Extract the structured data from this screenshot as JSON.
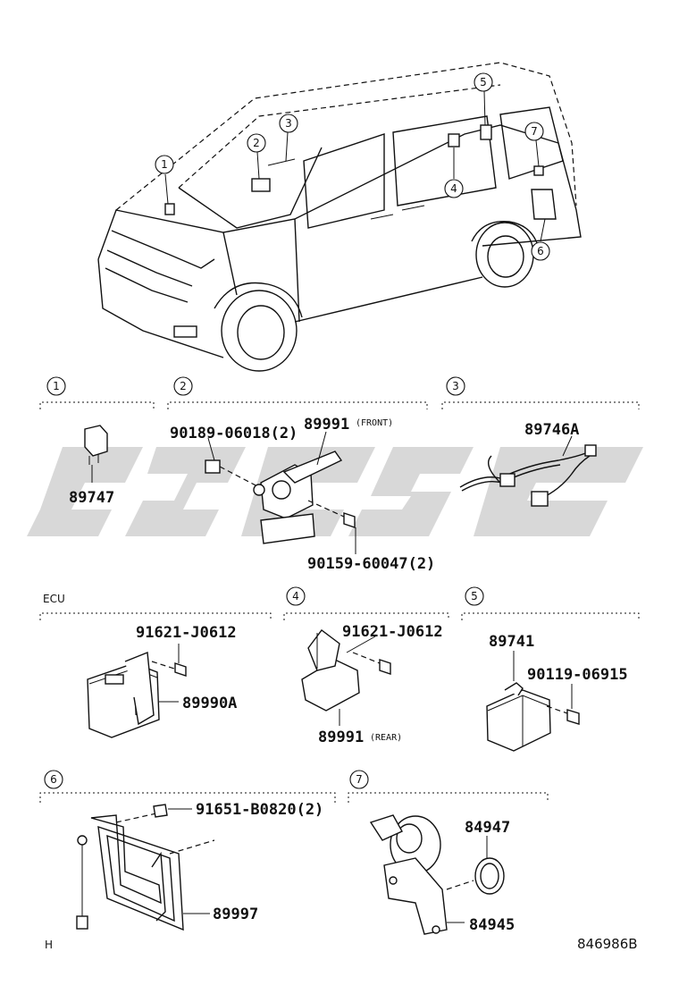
{
  "callouts": [
    "1",
    "2",
    "3",
    "4",
    "5",
    "6",
    "7"
  ],
  "sections": {
    "s1": {
      "num": "1"
    },
    "s2": {
      "num": "2"
    },
    "s3": {
      "num": "3"
    },
    "ecu": {
      "label": "ECU"
    },
    "s4": {
      "num": "4"
    },
    "s5": {
      "num": "5"
    },
    "s6": {
      "num": "6"
    },
    "s7": {
      "num": "7"
    }
  },
  "parts": {
    "p89747": "89747",
    "p90189": "90189-06018(2)",
    "p89991": "89991",
    "p89991_front": "(FRONT)",
    "p90159": "90159-60047(2)",
    "p89746A": "89746A",
    "p91621a": "91621-J0612",
    "p89990A": "89990A",
    "p91621b": "91621-J0612",
    "p89991r": "89991",
    "p89991_rear": "(REAR)",
    "p89741": "89741",
    "p90119": "90119-06915",
    "p91651": "91651-B0820(2)",
    "p89997": "89997",
    "p84947": "84947",
    "p84945": "84945"
  },
  "footer": {
    "corner": "H",
    "drawing_no": "846986B"
  }
}
